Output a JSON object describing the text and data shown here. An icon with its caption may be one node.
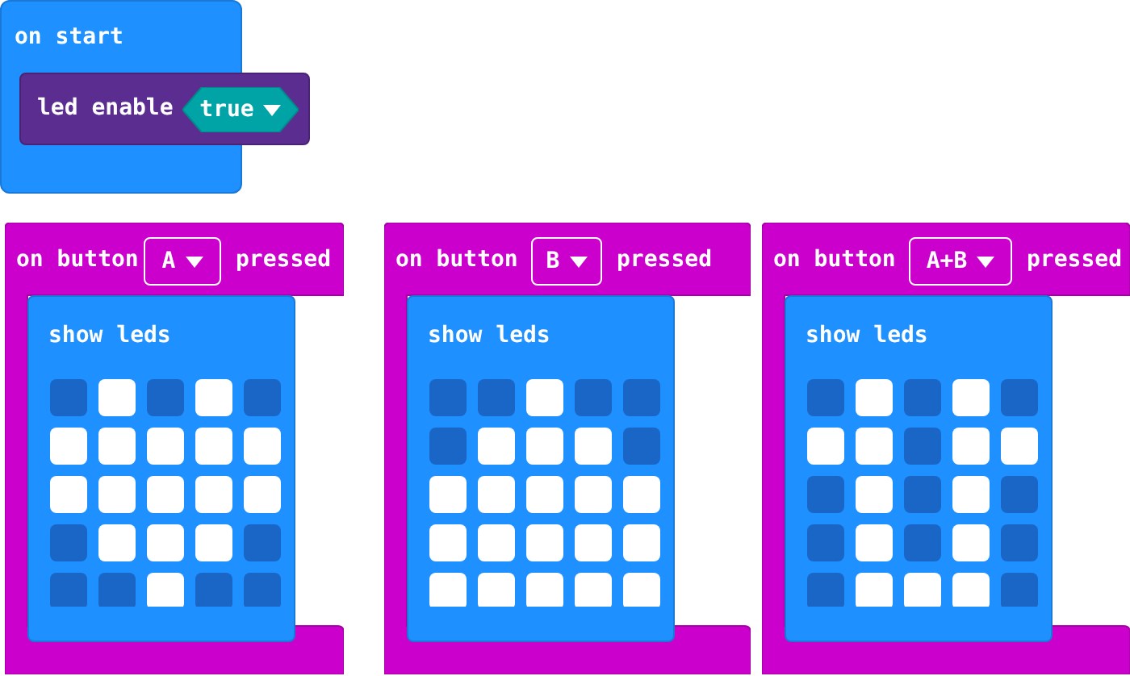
{
  "diagram": {
    "nodes": [
      {
        "text": [
          "on start"
        ]
      },
      {
        "text": [
          "led enable"
        ]
      },
      {
        "text": [
          "true"
        ],
        "in": 1
      },
      {
        "text": [
          "on button",
          "pressed"
        ]
      },
      {
        "text": [
          "A"
        ],
        "in": 3
      },
      {
        "text": [
          "show leds"
        ],
        "in": 3
      },
      {
        "text": [
          "on button",
          "pressed"
        ]
      },
      {
        "text": [
          "B"
        ],
        "in": 6
      },
      {
        "text": [
          "show leds"
        ],
        "in": 6
      },
      {
        "text": [
          "on button",
          "pressed"
        ]
      },
      {
        "text": [
          "A+B"
        ],
        "in": 9
      },
      {
        "text": [
          "show leds"
        ],
        "in": 9
      }
    ]
  }
}
